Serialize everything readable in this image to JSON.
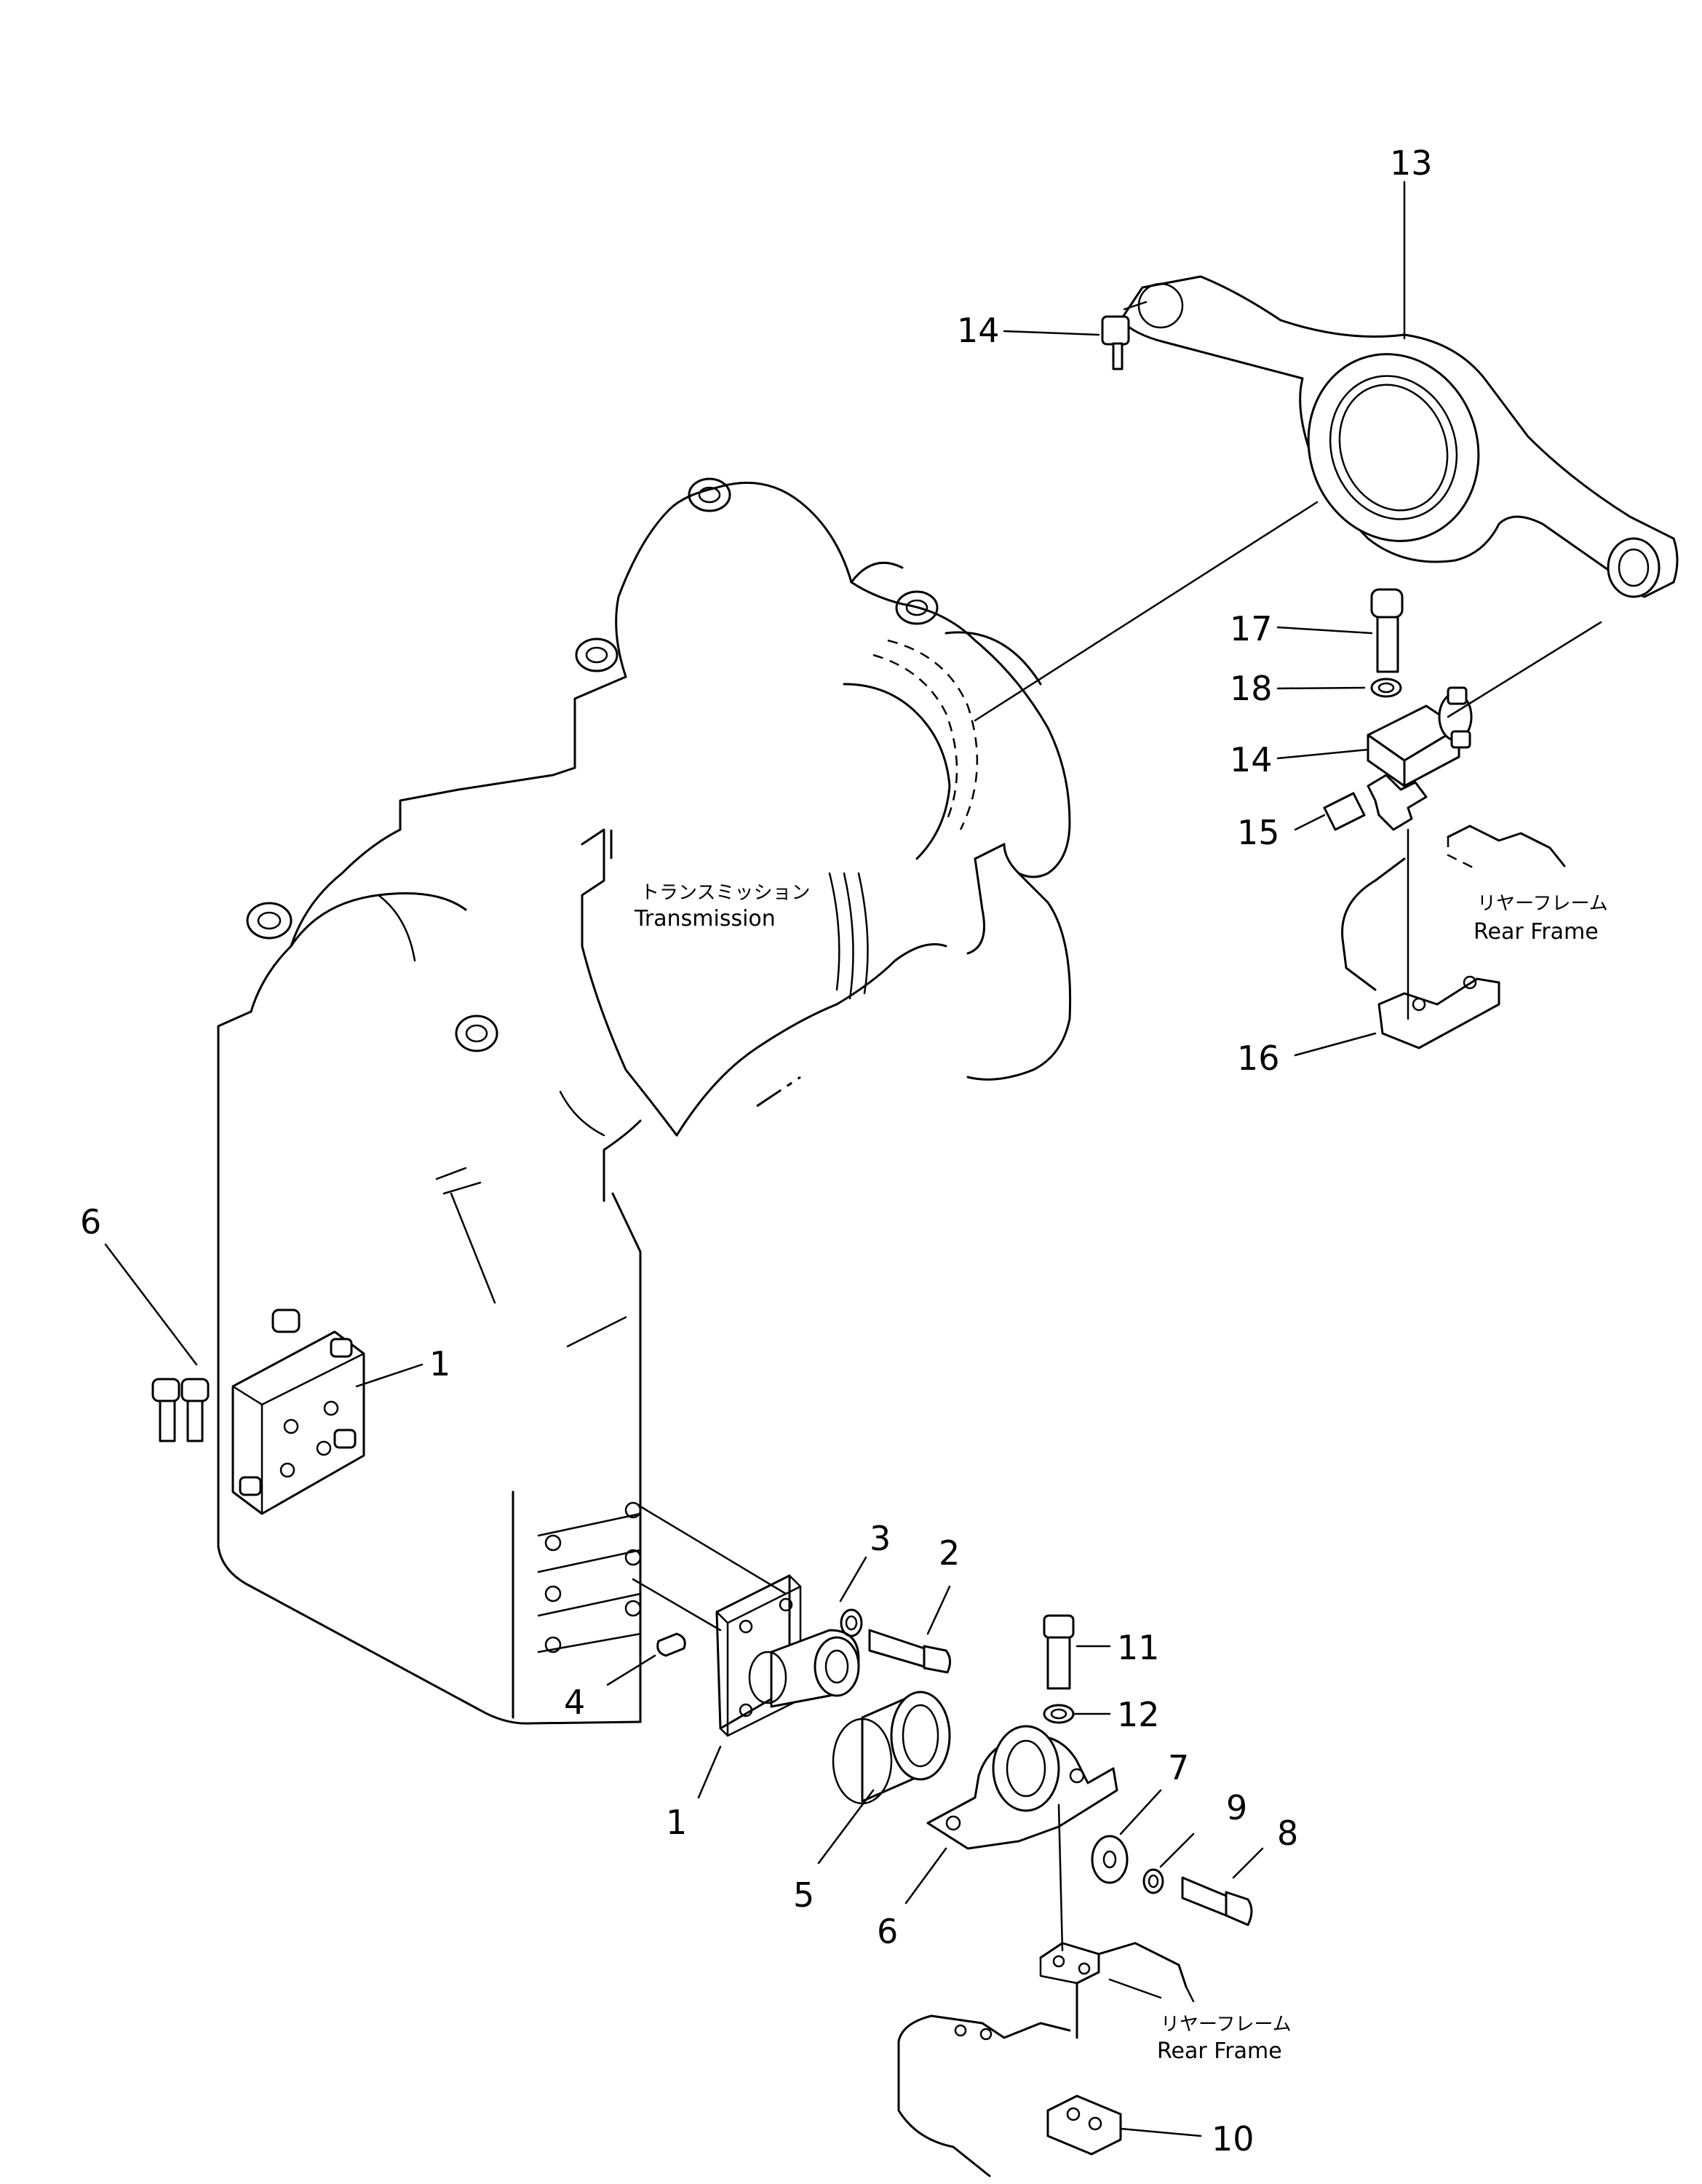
{
  "callouts": {
    "c1a": "1",
    "c1b": "1",
    "c2": "2",
    "c3": "3",
    "c4": "4",
    "c5": "5",
    "c6a": "6",
    "c6b": "6",
    "c7": "7",
    "c8": "8",
    "c9": "9",
    "c10": "10",
    "c11": "11",
    "c12": "12",
    "c13": "13",
    "c14a": "14",
    "c14b": "14",
    "c15": "15",
    "c16": "16",
    "c17": "17",
    "c18": "18"
  },
  "labels": {
    "transmission_jp": "トランスミッション",
    "transmission_en": "Transmission",
    "rear_frame_upper_jp": "リヤーフレーム",
    "rear_frame_upper_en": "Rear Frame",
    "rear_frame_lower_jp": "リヤーフレーム",
    "rear_frame_lower_en": "Rear Frame"
  }
}
